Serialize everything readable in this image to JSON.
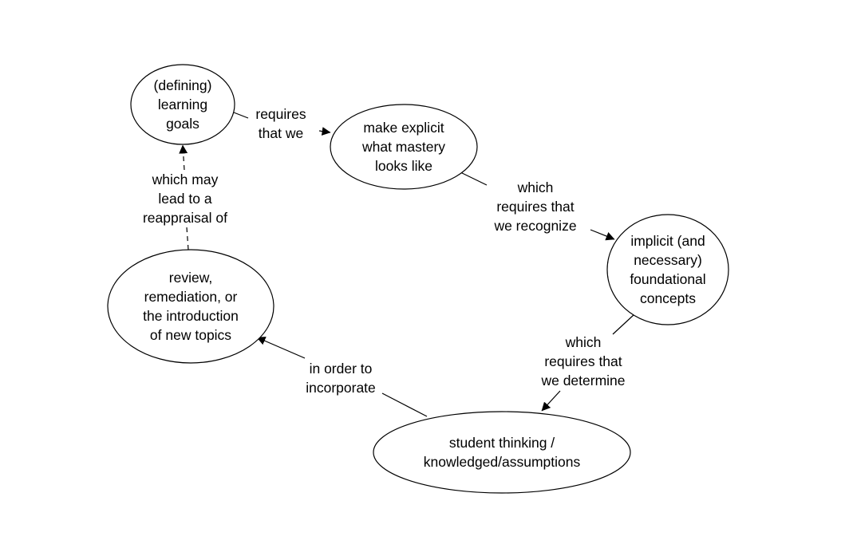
{
  "nodes": [
    {
      "id": "learning-goals",
      "lines": [
        "(defining)",
        "learning",
        "goals"
      ]
    },
    {
      "id": "mastery",
      "lines": [
        "make explicit",
        "what mastery",
        "looks like"
      ]
    },
    {
      "id": "foundational-concepts",
      "lines": [
        "implicit (and",
        "necessary)",
        "foundational",
        "concepts"
      ]
    },
    {
      "id": "student-thinking",
      "lines": [
        "student thinking /",
        "knowledged/assumptions"
      ]
    },
    {
      "id": "review",
      "lines": [
        "review,",
        "remediation, or",
        "the introduction",
        "of new topics"
      ]
    }
  ],
  "edges": [
    {
      "id": "goals-to-mastery",
      "from": "learning-goals",
      "to": "mastery",
      "style": "solid",
      "lines": [
        "requires",
        "that we"
      ]
    },
    {
      "id": "mastery-to-concepts",
      "from": "mastery",
      "to": "foundational-concepts",
      "style": "solid",
      "lines": [
        "which",
        "requires that",
        "we recognize"
      ]
    },
    {
      "id": "concepts-to-thinking",
      "from": "foundational-concepts",
      "to": "student-thinking",
      "style": "solid",
      "lines": [
        "which",
        "requires that",
        "we determine"
      ]
    },
    {
      "id": "thinking-to-review",
      "from": "student-thinking",
      "to": "review",
      "style": "solid",
      "lines": [
        "in order to",
        "incorporate"
      ]
    },
    {
      "id": "review-to-goals",
      "from": "review",
      "to": "learning-goals",
      "style": "dashed",
      "lines": [
        "which may",
        "lead to a",
        "reappraisal of"
      ]
    }
  ]
}
